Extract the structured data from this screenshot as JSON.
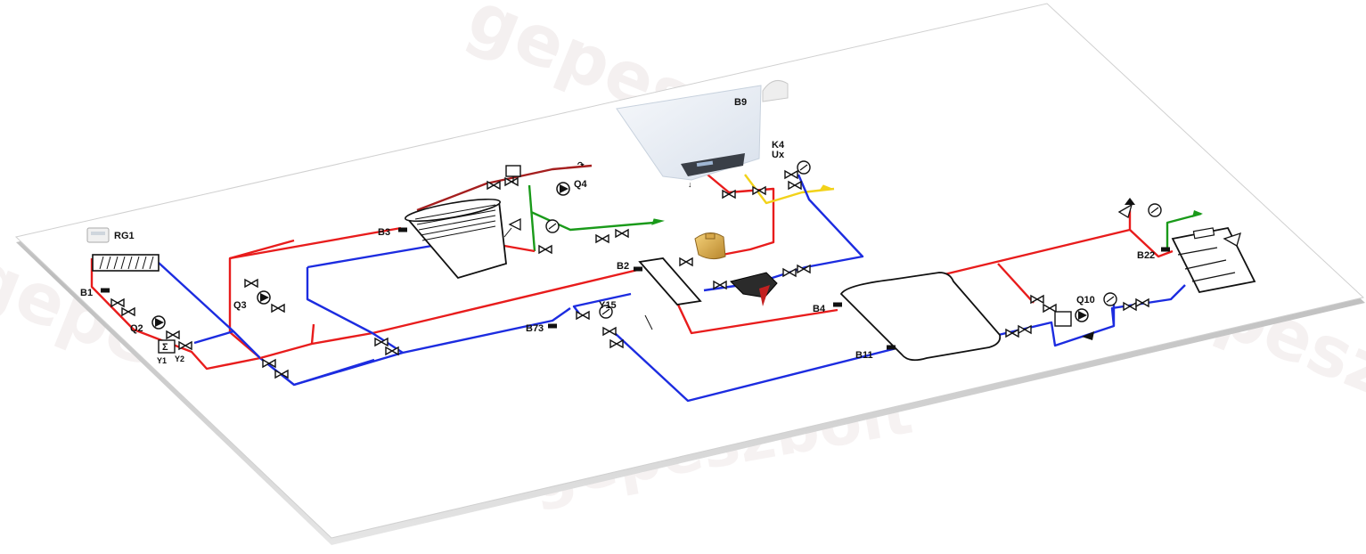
{
  "diagram": {
    "watermark": "gepeszbolt",
    "colors": {
      "flow": "#e81c1c",
      "return": "#1c2ce0",
      "dark_flow": "#a51e1e",
      "gas": "#f2d21a",
      "cold_water": "#1a9a1a",
      "board_edge": "#9a9a9a",
      "symbol": "#111111"
    },
    "labels": {
      "rg1": "RG1",
      "b1": "B1",
      "q2": "Q2",
      "y1": "Y1",
      "y2": "Y2",
      "q3": "Q3",
      "b3": "B3",
      "q4": "Q4",
      "b9": "B9",
      "k4": "K4",
      "ux": "Ux",
      "b2": "B2",
      "y15": "Y15",
      "b73": "B73",
      "b4": "B4",
      "b11": "B11",
      "q10": "Q10",
      "b22": "B22"
    },
    "components": [
      {
        "name": "room-unit",
        "tag": "RG1"
      },
      {
        "name": "heating-circuit-1",
        "tags": [
          "B1",
          "Q2",
          "Y1",
          "Y2"
        ]
      },
      {
        "name": "heating-circuit-2",
        "tags": [
          "Q3"
        ]
      },
      {
        "name": "dhw-storage-tank",
        "tags": [
          "B3",
          "Q4"
        ]
      },
      {
        "name": "gas-boiler",
        "tags": [
          "B9",
          "K4",
          "Ux"
        ]
      },
      {
        "name": "hydraulic-separator",
        "tags": [
          "B2"
        ]
      },
      {
        "name": "mixing-valve",
        "tags": [
          "Y15",
          "B73"
        ]
      },
      {
        "name": "buffer-tank",
        "tags": [
          "B4",
          "B11"
        ]
      },
      {
        "name": "solid-fuel-boiler",
        "tags": [
          "Q10",
          "B22"
        ]
      }
    ]
  }
}
